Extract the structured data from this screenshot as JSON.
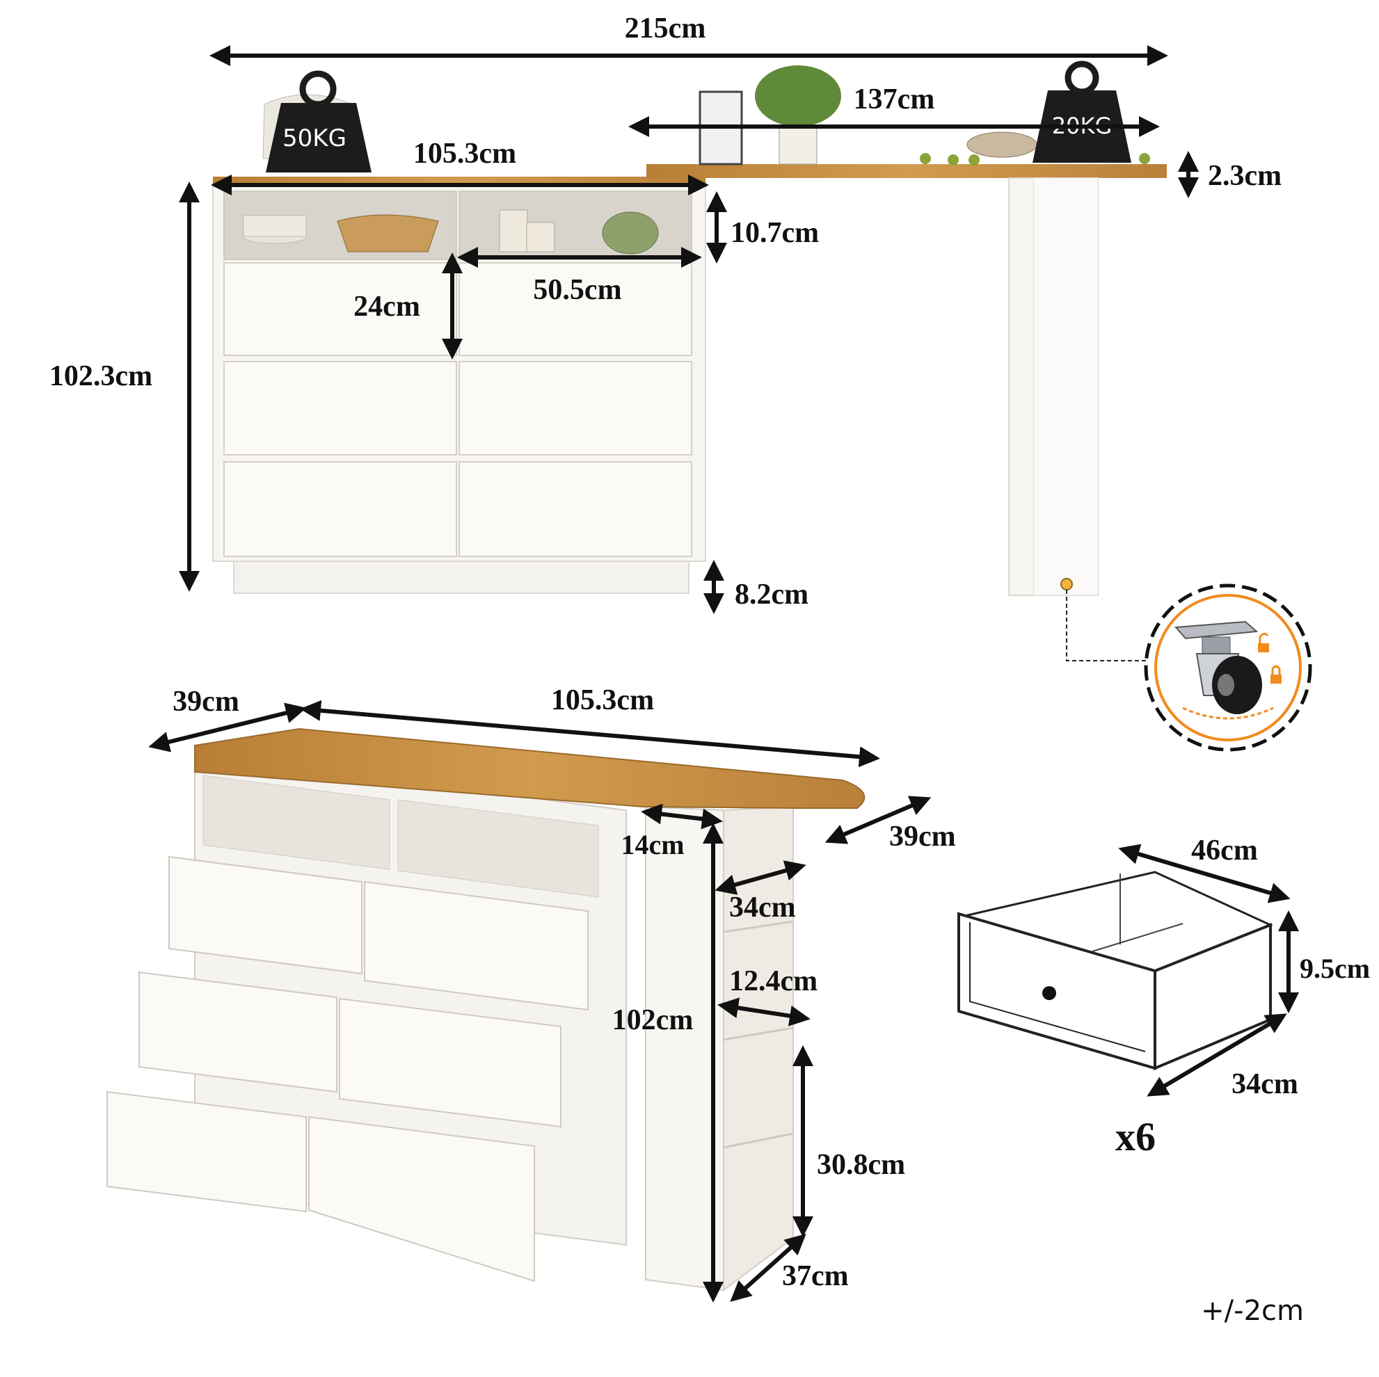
{
  "top_view": {
    "total_width": "215cm",
    "cabinet_width": "105.3cm",
    "extension_width": "137cm",
    "height": "102.3cm",
    "top_thickness": "2.3cm",
    "shelf_height": "10.7cm",
    "drawer_height": "24cm",
    "drawer_width": "50.5cm",
    "base_height": "8.2cm",
    "load_left": "50KG",
    "load_right": "20KG"
  },
  "side_view": {
    "depth_left": "39cm",
    "width": "105.3cm",
    "leg_width": "14cm",
    "depth_right": "39cm",
    "leg_depth": "34cm",
    "shelf_spacing": "12.4cm",
    "height": "102cm",
    "lower_shelf_height": "30.8cm",
    "bottom_depth": "37cm"
  },
  "drawer": {
    "width": "46cm",
    "height": "9.5cm",
    "depth": "34cm",
    "quantity": "x6"
  },
  "tolerance": "+/-2cm",
  "colors": {
    "wood": "#c8913e",
    "cabinet": "#f7f5f1",
    "caster_ring": "#f28a1e",
    "weight": "#1c1c1c"
  },
  "icons": [
    "weight-icon",
    "caster-wheel-icon",
    "lock-icon",
    "unlock-icon"
  ]
}
